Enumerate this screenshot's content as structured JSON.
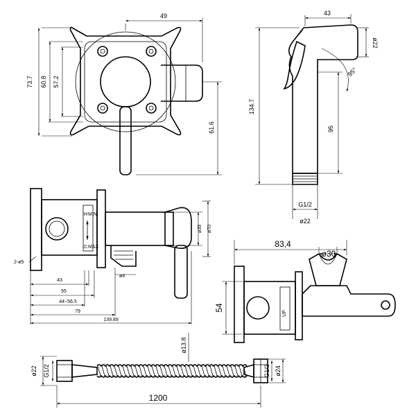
{
  "top_view": {
    "dim_width": "49",
    "dim_h1": "73.7",
    "dim_h2": "60.8",
    "dim_h3": "57.2",
    "dim_h4": "61.6"
  },
  "spray_head": {
    "dim_width": "43",
    "dim_dia": "ø22",
    "dim_angle": "95°",
    "dim_height": "134.7",
    "dim_body": "95",
    "thread": "G1/2",
    "dim_base": "ø22"
  },
  "side_view": {
    "label_min": "MIN",
    "label_max": "MAX",
    "label_h": "H",
    "label_c": "C",
    "dim_d35": "ø35",
    "dim_d70": "ø70",
    "dim_holes": "2-ø5",
    "dim_d4": "ø4",
    "dim_43": "43",
    "dim_55": "55",
    "dim_44": "44~56.5",
    "dim_79": "79",
    "dim_139": "139.89"
  },
  "holder_view": {
    "dim_width": "83,4",
    "dim_holder": "ø30",
    "dim_height": "54",
    "label_up": "UP"
  },
  "hose": {
    "dim_hose_dia": "ø13.8",
    "dim_left_dia": "ø22",
    "dim_left_thread": "G1/2",
    "dim_right_thread": "G1/2",
    "dim_right_dia": "ø24",
    "dim_length": "1200"
  }
}
